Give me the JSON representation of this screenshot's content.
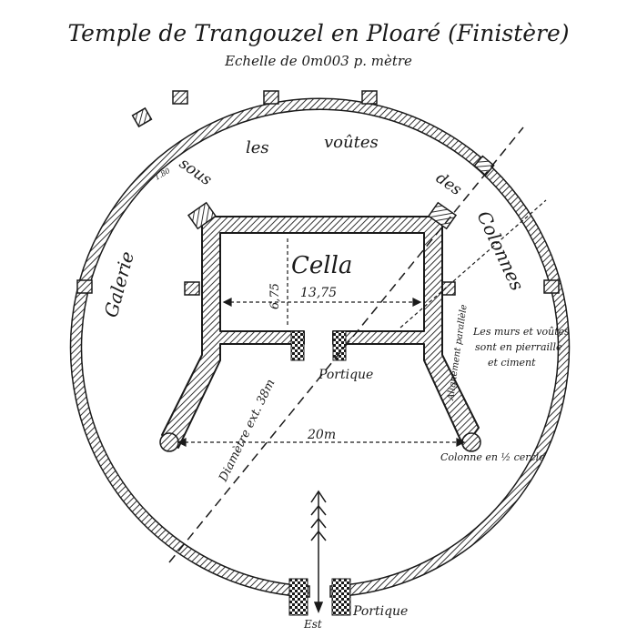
{
  "title": "Temple de Trangouzel en Ploaré (Finistère)",
  "scale": "Echelle de 0m003 p. mètre",
  "labels": {
    "gallery": "Galerie sous les voûtes des Colonnes",
    "gallery_words": [
      "Galerie",
      "sous",
      "les",
      "voûtes",
      "des",
      "Colonnes"
    ],
    "cella": "Cella",
    "cella_width": "13,75",
    "cella_depth": "6,75",
    "portique_inner": "Portique",
    "portique_outer": "Portique",
    "diameter": "Diamètre ext. 38m",
    "outer_width": "20m",
    "column_note": "Colonne en ½ cercle",
    "wall_note": [
      "Les murs et voûtes",
      "sont en pierraille",
      "et ciment"
    ],
    "alignment": "Alignement parallèle",
    "small_dim": "1.80",
    "est": "Est"
  }
}
